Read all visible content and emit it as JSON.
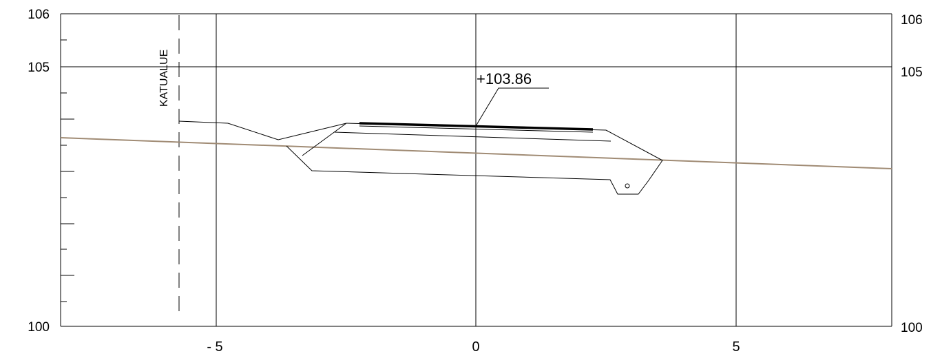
{
  "y_axis": {
    "left_labels": [
      "106",
      "105",
      "100"
    ],
    "right_labels": [
      "106",
      "105",
      "100"
    ]
  },
  "x_axis": {
    "labels": [
      "- 5",
      "0",
      "5"
    ]
  },
  "annotations": {
    "elevation": "+103.86",
    "zone": "KATUALUE"
  },
  "colors": {
    "ground_line": "#a08b74",
    "lines": "#000000"
  }
}
